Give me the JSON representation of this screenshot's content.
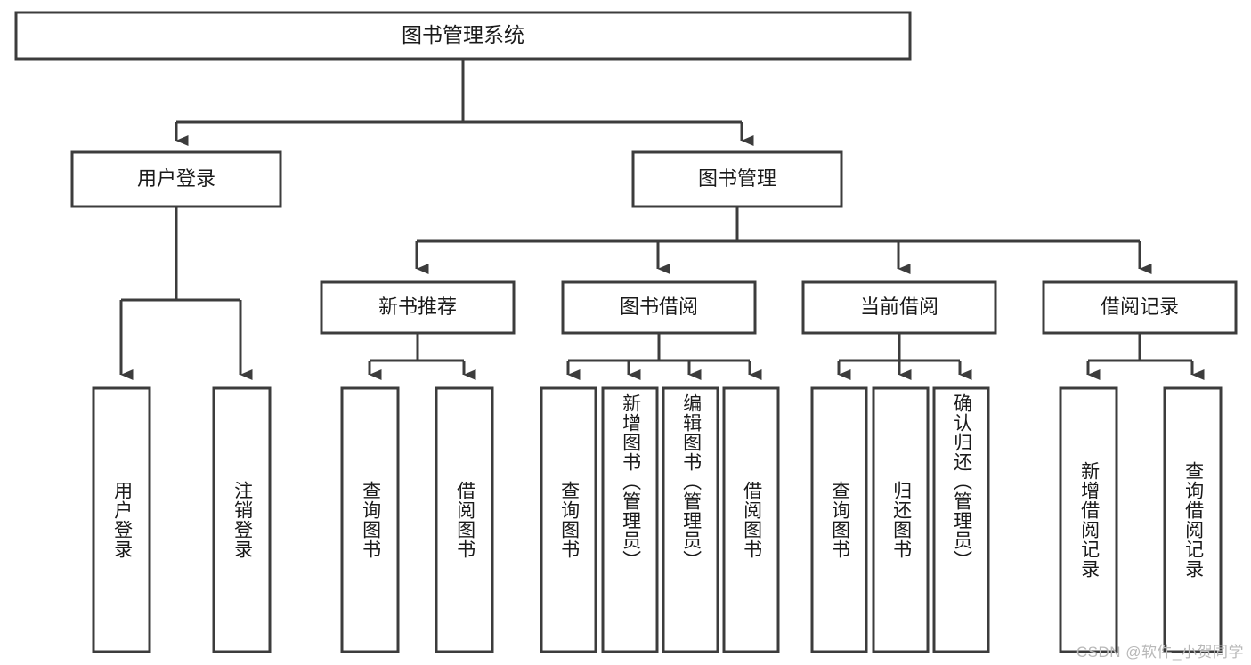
{
  "diagram": {
    "type": "tree",
    "title": "图书管理系统",
    "watermark": "CSDN @软件_小贺同学",
    "colors": {
      "stroke": "#3c3c3c",
      "box_fill": "#ffffff",
      "text": "#1a1a1a",
      "background": "#ffffff",
      "watermark": "#b8b8b8"
    },
    "levels": {
      "root": {
        "label": "图书管理系统"
      },
      "level2": [
        {
          "id": "user-login",
          "label": "用户登录"
        },
        {
          "id": "book-manage",
          "label": "图书管理"
        }
      ],
      "level3": [
        {
          "id": "new-book-rec",
          "label": "新书推荐",
          "parent": "book-manage"
        },
        {
          "id": "book-borrow",
          "label": "图书借阅",
          "parent": "book-manage"
        },
        {
          "id": "current-borrow",
          "label": "当前借阅",
          "parent": "book-manage"
        },
        {
          "id": "borrow-record",
          "label": "借阅记录",
          "parent": "book-manage"
        }
      ],
      "leaves": [
        {
          "id": "leaf-user-login",
          "label": "用户登录",
          "parent": "user-login"
        },
        {
          "id": "leaf-logout",
          "label": "注销登录",
          "parent": "user-login"
        },
        {
          "id": "leaf-query-book-1",
          "label": "查询图书",
          "parent": "new-book-rec"
        },
        {
          "id": "leaf-borrow-book-1",
          "label": "借阅图书",
          "parent": "new-book-rec"
        },
        {
          "id": "leaf-query-book-2",
          "label": "查询图书",
          "parent": "book-borrow"
        },
        {
          "id": "leaf-add-book",
          "label": "新增图书（管理员）",
          "parent": "book-borrow"
        },
        {
          "id": "leaf-edit-book",
          "label": "编辑图书（管理员）",
          "parent": "book-borrow"
        },
        {
          "id": "leaf-borrow-book-2",
          "label": "借阅图书",
          "parent": "book-borrow"
        },
        {
          "id": "leaf-query-book-3",
          "label": "查询图书",
          "parent": "current-borrow"
        },
        {
          "id": "leaf-return-book",
          "label": "归还图书",
          "parent": "current-borrow"
        },
        {
          "id": "leaf-confirm-return",
          "label": "确认归还（管理员）",
          "parent": "current-borrow"
        },
        {
          "id": "leaf-add-record",
          "label": "新增借阅记录",
          "parent": "borrow-record"
        },
        {
          "id": "leaf-query-record",
          "label": "查询借阅记录",
          "parent": "borrow-record"
        }
      ]
    }
  }
}
